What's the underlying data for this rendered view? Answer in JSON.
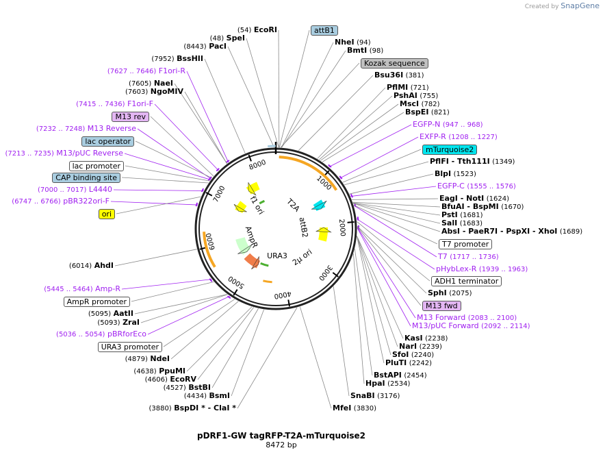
{
  "branding": {
    "created_by": "Created by",
    "product": "SnapGene"
  },
  "plasmid": {
    "name": "pDRF1-GW tagRFP-T2A-mTurquoise2",
    "length": "8472 bp"
  },
  "ticks": [
    {
      "bp": "1000",
      "pos": 1000
    },
    {
      "bp": "2000",
      "pos": 2000
    },
    {
      "bp": "3000",
      "pos": 3000
    },
    {
      "bp": "4000",
      "pos": 4000
    },
    {
      "bp": "5000",
      "pos": 5000
    },
    {
      "bp": "6000",
      "pos": 6000
    },
    {
      "bp": "7000",
      "pos": 7000
    },
    {
      "bp": "8000",
      "pos": 8000
    }
  ],
  "inner_features": [
    {
      "label": "f1 ori",
      "color": "#ffff00"
    },
    {
      "label": "T2A",
      "color": "#00e5ee"
    },
    {
      "label": "attB2",
      "color": "#ffffff"
    },
    {
      "label": "2µ ori",
      "color": "#ffff00"
    },
    {
      "label": "URA3",
      "color": "#f07d4a"
    },
    {
      "label": "AmpR",
      "color": "#ccffcc"
    }
  ],
  "labels": [
    {
      "id": "ecori",
      "coord": "(54)",
      "name": "EcoRI",
      "style": "enzyme"
    },
    {
      "id": "spei",
      "coord": "(48)",
      "name": "SpeI",
      "style": "enzyme"
    },
    {
      "id": "paci",
      "coord": "(8443)",
      "name": "PacI",
      "style": "enzyme"
    },
    {
      "id": "bsshii",
      "coord": "(7952)",
      "name": "BssHII",
      "style": "enzyme"
    },
    {
      "id": "f1orir",
      "coord": "(7627 .. 7646)",
      "name": "F1ori-R",
      "style": "primer"
    },
    {
      "id": "naei",
      "coord": "(7605)",
      "name": "NaeI",
      "style": "enzyme"
    },
    {
      "id": "ngomiv",
      "coord": "(7603)",
      "name": "NgoMIV",
      "style": "enzyme"
    },
    {
      "id": "f1orif",
      "coord": "(7415 .. 7436)",
      "name": "F1ori-F",
      "style": "primer"
    },
    {
      "id": "m13rev",
      "name": "M13 rev",
      "style": "box",
      "bg": "#e3b6f3"
    },
    {
      "id": "m13reverse",
      "coord": "(7232 .. 7248)",
      "name": "M13 Reverse",
      "style": "primer"
    },
    {
      "id": "lacop",
      "name": "lac operator",
      "style": "box",
      "bg": "#a9cde0"
    },
    {
      "id": "m13puc",
      "coord": "(7213 .. 7235)",
      "name": "M13/pUC Reverse",
      "style": "primer"
    },
    {
      "id": "lacprom",
      "name": "lac promoter",
      "style": "box",
      "bg": "#ffffff"
    },
    {
      "id": "cap",
      "name": "CAP binding site",
      "style": "box",
      "bg": "#a9cde0"
    },
    {
      "id": "l4440",
      "coord": "(7000 .. 7017)",
      "name": "L4440",
      "style": "primer"
    },
    {
      "id": "pbr322",
      "coord": "(6747 .. 6766)",
      "name": "pBR322ori-F",
      "style": "primer"
    },
    {
      "id": "ori",
      "name": "ori",
      "style": "box",
      "bg": "#ffff00"
    },
    {
      "id": "ahdi",
      "coord": "(6014)",
      "name": "AhdI",
      "style": "enzyme"
    },
    {
      "id": "ampr_p",
      "coord": "(5445 .. 5464)",
      "name": "Amp-R",
      "style": "primer"
    },
    {
      "id": "amprprom",
      "name": "AmpR promoter",
      "style": "box",
      "bg": "#ffffff"
    },
    {
      "id": "aatii",
      "coord": "(5095)",
      "name": "AatII",
      "style": "enzyme"
    },
    {
      "id": "zrai",
      "coord": "(5093)",
      "name": "ZraI",
      "style": "enzyme"
    },
    {
      "id": "pbrforeco",
      "coord": "(5036 .. 5054)",
      "name": "pBRforEco",
      "style": "primer"
    },
    {
      "id": "ura3prom",
      "name": "URA3 promoter",
      "style": "box",
      "bg": "#ffffff"
    },
    {
      "id": "ndei",
      "coord": "(4879)",
      "name": "NdeI",
      "style": "enzyme"
    },
    {
      "id": "ppumi",
      "coord": "(4638)",
      "name": "PpuMI",
      "style": "enzyme"
    },
    {
      "id": "ecorv",
      "coord": "(4606)",
      "name": "EcoRV",
      "style": "enzyme"
    },
    {
      "id": "bstbi",
      "coord": "(4527)",
      "name": "BstBI",
      "style": "enzyme"
    },
    {
      "id": "bsmi",
      "coord": "(4434)",
      "name": "BsmI",
      "style": "enzyme"
    },
    {
      "id": "bspdi",
      "coord": "(3880)",
      "name": "BspDI *  - ClaI *",
      "style": "enzyme"
    },
    {
      "id": "mfei",
      "coord": "(3830)",
      "name": "MfeI",
      "style": "enzyme_rev"
    },
    {
      "id": "snabi",
      "coord": "(3176)",
      "name": "SnaBI",
      "style": "enzyme_rev"
    },
    {
      "id": "hpai",
      "coord": "(2534)",
      "name": "HpaI",
      "style": "enzyme_rev"
    },
    {
      "id": "bstapi",
      "coord": "(2454)",
      "name": "BstAPI",
      "style": "enzyme_rev"
    },
    {
      "id": "pluti",
      "coord": "(2242)",
      "name": "PluTI",
      "style": "enzyme_rev"
    },
    {
      "id": "sfoi",
      "coord": "(2240)",
      "name": "SfoI",
      "style": "enzyme_rev"
    },
    {
      "id": "nari",
      "coord": "(2239)",
      "name": "NarI",
      "style": "enzyme_rev"
    },
    {
      "id": "kasi",
      "coord": "(2238)",
      "name": "KasI",
      "style": "enzyme_rev"
    },
    {
      "id": "m13pucfwd",
      "coord": "(2092 .. 2114)",
      "name": "M13/pUC Forward",
      "style": "primer_rev"
    },
    {
      "id": "m13forward",
      "coord": "(2083 .. 2100)",
      "name": "M13 Forward",
      "style": "primer_rev"
    },
    {
      "id": "m13fwd",
      "name": "M13 fwd",
      "style": "box",
      "bg": "#e3b6f3"
    },
    {
      "id": "sphi",
      "coord": "(2075)",
      "name": "SphI",
      "style": "enzyme_rev"
    },
    {
      "id": "adh1",
      "name": "ADH1 terminator",
      "style": "box",
      "bg": "#ffffff"
    },
    {
      "id": "phyblex",
      "coord": "(1939 .. 1963)",
      "name": "pHybLex-R",
      "style": "primer_rev"
    },
    {
      "id": "t7",
      "coord": "(1717 .. 1736)",
      "name": "T7",
      "style": "primer_rev"
    },
    {
      "id": "t7prom",
      "name": "T7 promoter",
      "style": "box",
      "bg": "#ffffff"
    },
    {
      "id": "absi",
      "coord": "(1689)",
      "name": "AbsI   - PaeR7I   - PspXI   - XhoI",
      "style": "enzyme_rev"
    },
    {
      "id": "sali",
      "coord": "(1683)",
      "name": "SalI",
      "style": "enzyme_rev"
    },
    {
      "id": "psti",
      "coord": "(1681)",
      "name": "PstI",
      "style": "enzyme_rev"
    },
    {
      "id": "bfuai",
      "coord": "(1670)",
      "name": "BfuAI   - BspMI",
      "style": "enzyme_rev"
    },
    {
      "id": "eagi",
      "coord": "(1624)",
      "name": "EagI   - NotI",
      "style": "enzyme_rev"
    },
    {
      "id": "egfpc",
      "coord": "(1555 .. 1576)",
      "name": "EGFP-C",
      "style": "primer_rev"
    },
    {
      "id": "blpi",
      "coord": "(1523)",
      "name": "BlpI",
      "style": "enzyme_rev"
    },
    {
      "id": "pflfi",
      "coord": "(1349)",
      "name": "PflFI   - Tth111I",
      "style": "enzyme_rev"
    },
    {
      "id": "mturq",
      "name": "mTurquoise2",
      "style": "box",
      "bg": "#00e5ee"
    },
    {
      "id": "exfpr",
      "coord": "(1208 .. 1227)",
      "name": "EXFP-R",
      "style": "primer_rev"
    },
    {
      "id": "egfpn",
      "coord": "(947 .. 968)",
      "name": "EGFP-N",
      "style": "primer_rev"
    },
    {
      "id": "bspei",
      "coord": "(821)",
      "name": "BspEI",
      "style": "enzyme_rev"
    },
    {
      "id": "msci",
      "coord": "(782)",
      "name": "MscI",
      "style": "enzyme_rev"
    },
    {
      "id": "pshai",
      "coord": "(755)",
      "name": "PshAI",
      "style": "enzyme_rev"
    },
    {
      "id": "pflmi",
      "coord": "(721)",
      "name": "PflMI",
      "style": "enzyme_rev"
    },
    {
      "id": "bsu36i",
      "coord": "(381)",
      "name": "Bsu36I",
      "style": "enzyme_rev"
    },
    {
      "id": "kozak",
      "name": "Kozak sequence",
      "style": "box",
      "bg": "#c0c0c0"
    },
    {
      "id": "bmti",
      "coord": "(98)",
      "name": "BmtI",
      "style": "enzyme_rev"
    },
    {
      "id": "nhei",
      "coord": "(94)",
      "name": "NheI",
      "style": "enzyme_rev"
    },
    {
      "id": "attb1",
      "name": "attB1",
      "style": "box",
      "bg": "#a9cde0"
    }
  ]
}
